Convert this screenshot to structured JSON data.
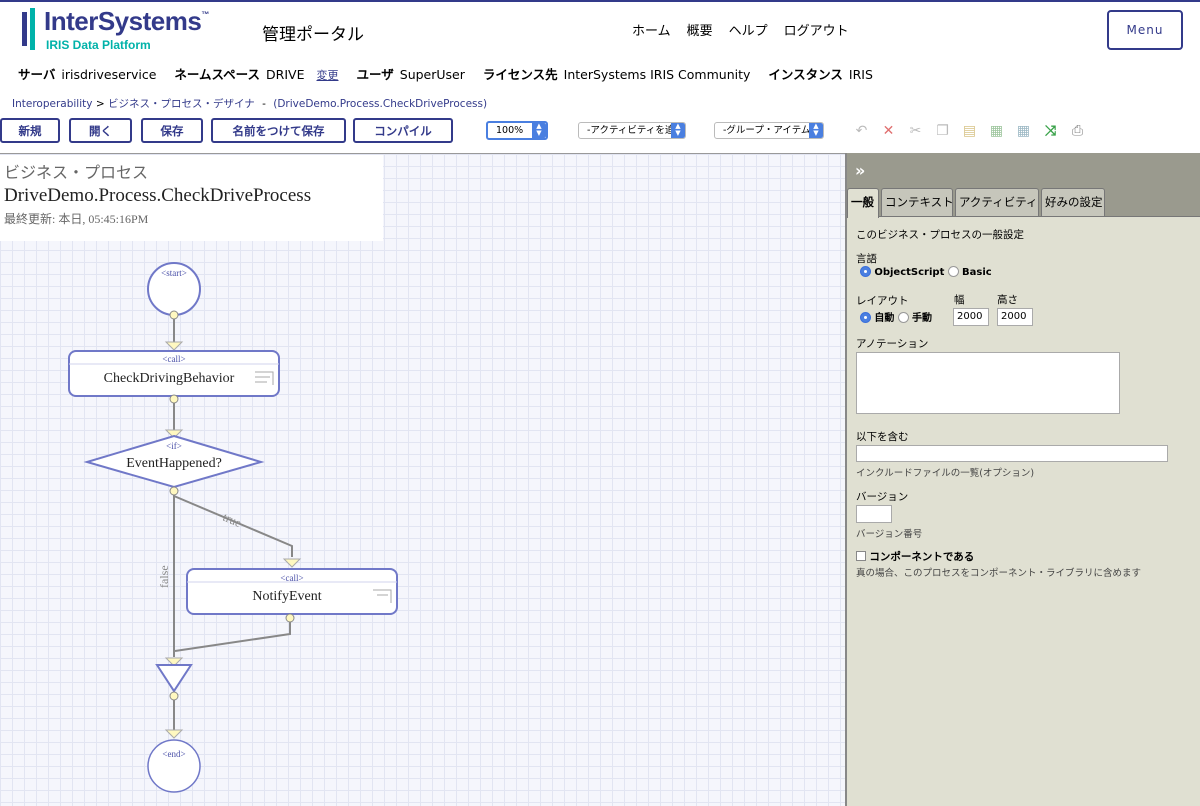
{
  "header": {
    "logo_text": "InterSystems",
    "logo_tm": "™",
    "logo_sub": "IRIS Data Platform",
    "portal_title": "管理ポータル",
    "nav": [
      "ホーム",
      "概要",
      "ヘルプ",
      "ログアウト"
    ],
    "menu_label": "Menu"
  },
  "infobar": {
    "server_label": "サーバ",
    "server_value": "irisdriveservice",
    "namespace_label": "ネームスペース",
    "namespace_value": "DRIVE",
    "change_link": "変更",
    "user_label": "ユーザ",
    "user_value": "SuperUser",
    "license_label": "ライセンス先",
    "license_value": "InterSystems IRIS Community",
    "instance_label": "インスタンス",
    "instance_value": "IRIS"
  },
  "breadcrumb": {
    "root": "Interoperability",
    "separator": ">",
    "page": "ビジネス・プロセス・デザイナ",
    "dash": "-",
    "item": "(DriveDemo.Process.CheckDriveProcess)"
  },
  "toolbar": {
    "buttons": [
      "新規",
      "開く",
      "保存",
      "名前をつけて保存",
      "コンパイル"
    ],
    "zoom": "100%",
    "activity_select": "-アクティビティを追加-",
    "group_select": "-グループ・アイテム-",
    "icons": [
      "undo-icon",
      "delete-icon",
      "cut-icon",
      "copy-icon",
      "paste-icon",
      "group-icon",
      "ungroup-icon",
      "arrange-icon",
      "print-icon"
    ]
  },
  "process": {
    "kind": "ビジネス・プロセス",
    "name": "DriveDemo.Process.CheckDriveProcess",
    "last_updated": "最終更新: 本日, 05:45:16PM"
  },
  "diagram": {
    "start_tag": "<start>",
    "call1_tag": "<call>",
    "call1_name": "CheckDrivingBehavior",
    "if_tag": "<if>",
    "if_name": "EventHappened?",
    "true_label": "true",
    "false_label": "false",
    "call2_tag": "<call>",
    "call2_name": "NotifyEvent",
    "end_tag": "<end>",
    "colors": {
      "shape_stroke": "#7078c8",
      "connector": "#888888",
      "port_fill": "#fff8c0"
    }
  },
  "panel": {
    "collapse": "»",
    "tabs": [
      "一般",
      "コンテキスト",
      "アクティビティ",
      "好みの設定"
    ],
    "active_tab": "一般",
    "heading": "このビジネス・プロセスの一般設定",
    "language_label": "言語",
    "language_options": [
      "ObjectScript",
      "Basic"
    ],
    "language_selected": "ObjectScript",
    "layout_label": "レイアウト",
    "layout_options": [
      "自動",
      "手動"
    ],
    "layout_selected": "自動",
    "width_label": "幅",
    "width_value": "2000",
    "height_label": "高さ",
    "height_value": "2000",
    "annotation_label": "アノテーション",
    "annotation_value": "",
    "includes_label": "以下を含む",
    "includes_value": "",
    "includes_hint": "インクルードファイルの一覧(オプション)",
    "version_label": "バージョン",
    "version_value": "",
    "version_hint": "バージョン番号",
    "component_label": "コンポーネントである",
    "component_hint": "真の場合、このプロセスをコンポーネント・ライブラリに含めます"
  }
}
